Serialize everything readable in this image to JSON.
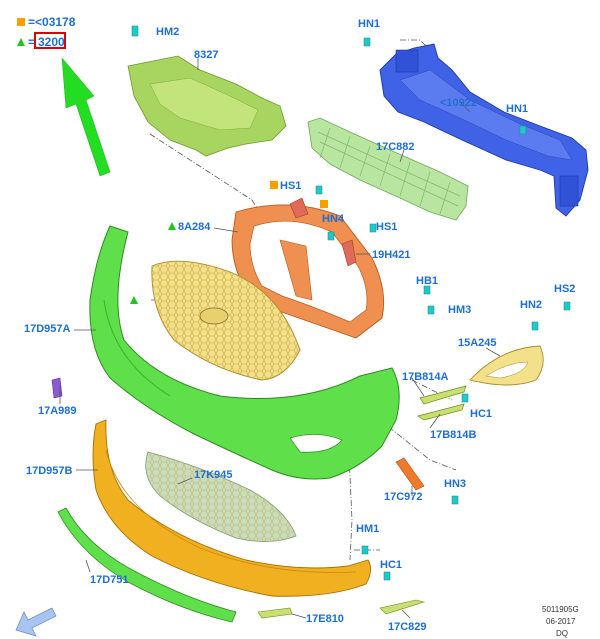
{
  "legend": {
    "square_text": "=<03178",
    "triangle_text": "=",
    "boxed_code": "3200",
    "square_color": "#f5a000",
    "triangle_color": "#22c422",
    "arrow_color": "#22dd22"
  },
  "labels": {
    "hm2": "HM2",
    "p8327": "8327",
    "hn1_top": "HN1",
    "p10922": "<10922",
    "hn1_mid": "HN1",
    "p17c882": "17C882",
    "hs1_top": "HS1",
    "hn4": "HN4",
    "hs1_mid": "HS1",
    "p8a284": "8A284",
    "p19h421": "19H421",
    "hb1": "HB1",
    "hm3": "HM3",
    "hn2": "HN2",
    "hs2": "HS2",
    "p17d957a": "17D957A",
    "p15a245": "15A245",
    "p17b814a": "17B814A",
    "p17a989": "17A989",
    "hc1_mid": "HC1",
    "p17b814b": "17B814B",
    "p17d957b": "17D957B",
    "p17k945": "17K945",
    "p17c972": "17C972",
    "hn3": "HN3",
    "hm1": "HM1",
    "hc1_low": "HC1",
    "p17d751": "17D751",
    "p17e810": "17E810",
    "p17c829": "17C829"
  },
  "footer": {
    "code": "5011905G",
    "date": "06-2017",
    "initials": "DQ"
  },
  "colors": {
    "label": "#1e6fd0",
    "cover_green": "#5fe04a",
    "absorber_green": "#b8e6a0",
    "shield_green": "#a8d460",
    "beam_blue": "#3f62e6",
    "grille_yellow": "#f2e08a",
    "frame_orange": "#f09050",
    "lower_orange": "#f0b020",
    "clip_cyan": "#22c8c8"
  }
}
